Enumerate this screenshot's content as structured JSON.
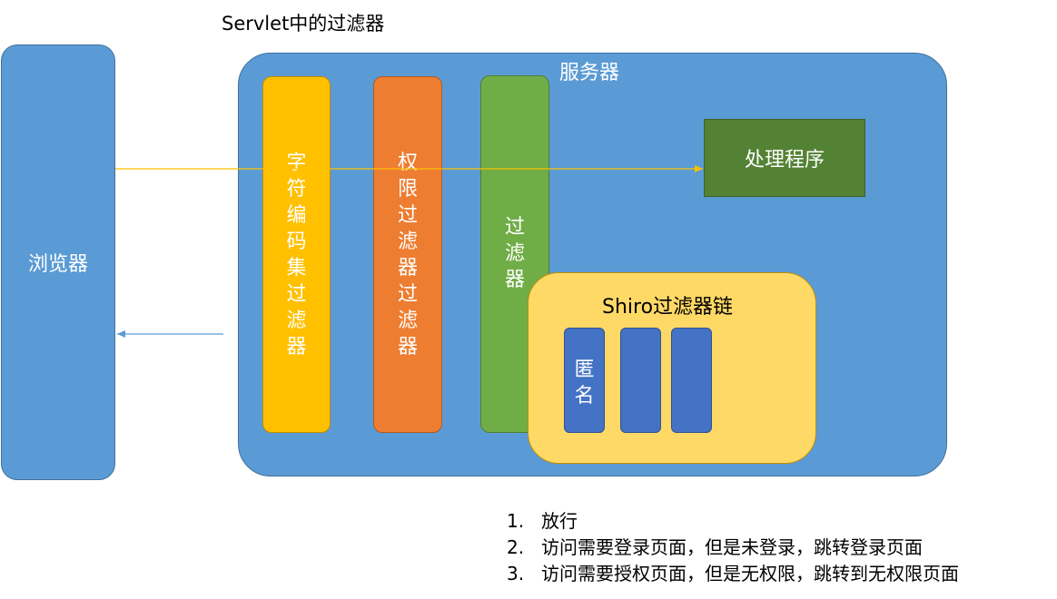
{
  "title": "Servlet中的过滤器",
  "browser": {
    "label": "浏览器"
  },
  "server": {
    "label": "服务器"
  },
  "filters": [
    {
      "label": "字符编码集过滤器",
      "color": "#ffc000"
    },
    {
      "label": "权限过滤器过滤器",
      "color": "#ed7d31"
    },
    {
      "label": "过滤器",
      "color": "#70ad47"
    }
  ],
  "handler": {
    "label": "处理程序",
    "color": "#548235"
  },
  "shiro_chain": {
    "label": "Shiro过滤器链",
    "color": "#ffd966",
    "items": [
      {
        "label": "匿名"
      },
      {
        "label": ""
      },
      {
        "label": ""
      }
    ]
  },
  "notes": [
    {
      "num": "1.",
      "text": "放行"
    },
    {
      "num": "2.",
      "text": "访问需要登录页面，但是未登录，跳转登录页面"
    },
    {
      "num": "3.",
      "text": "访问需要授权页面，但是无权限，跳转到无权限页面"
    }
  ],
  "colors": {
    "request_arrow": "#ffc000",
    "response_arrow": "#5b9bd5",
    "container": "#5b9bd5"
  }
}
